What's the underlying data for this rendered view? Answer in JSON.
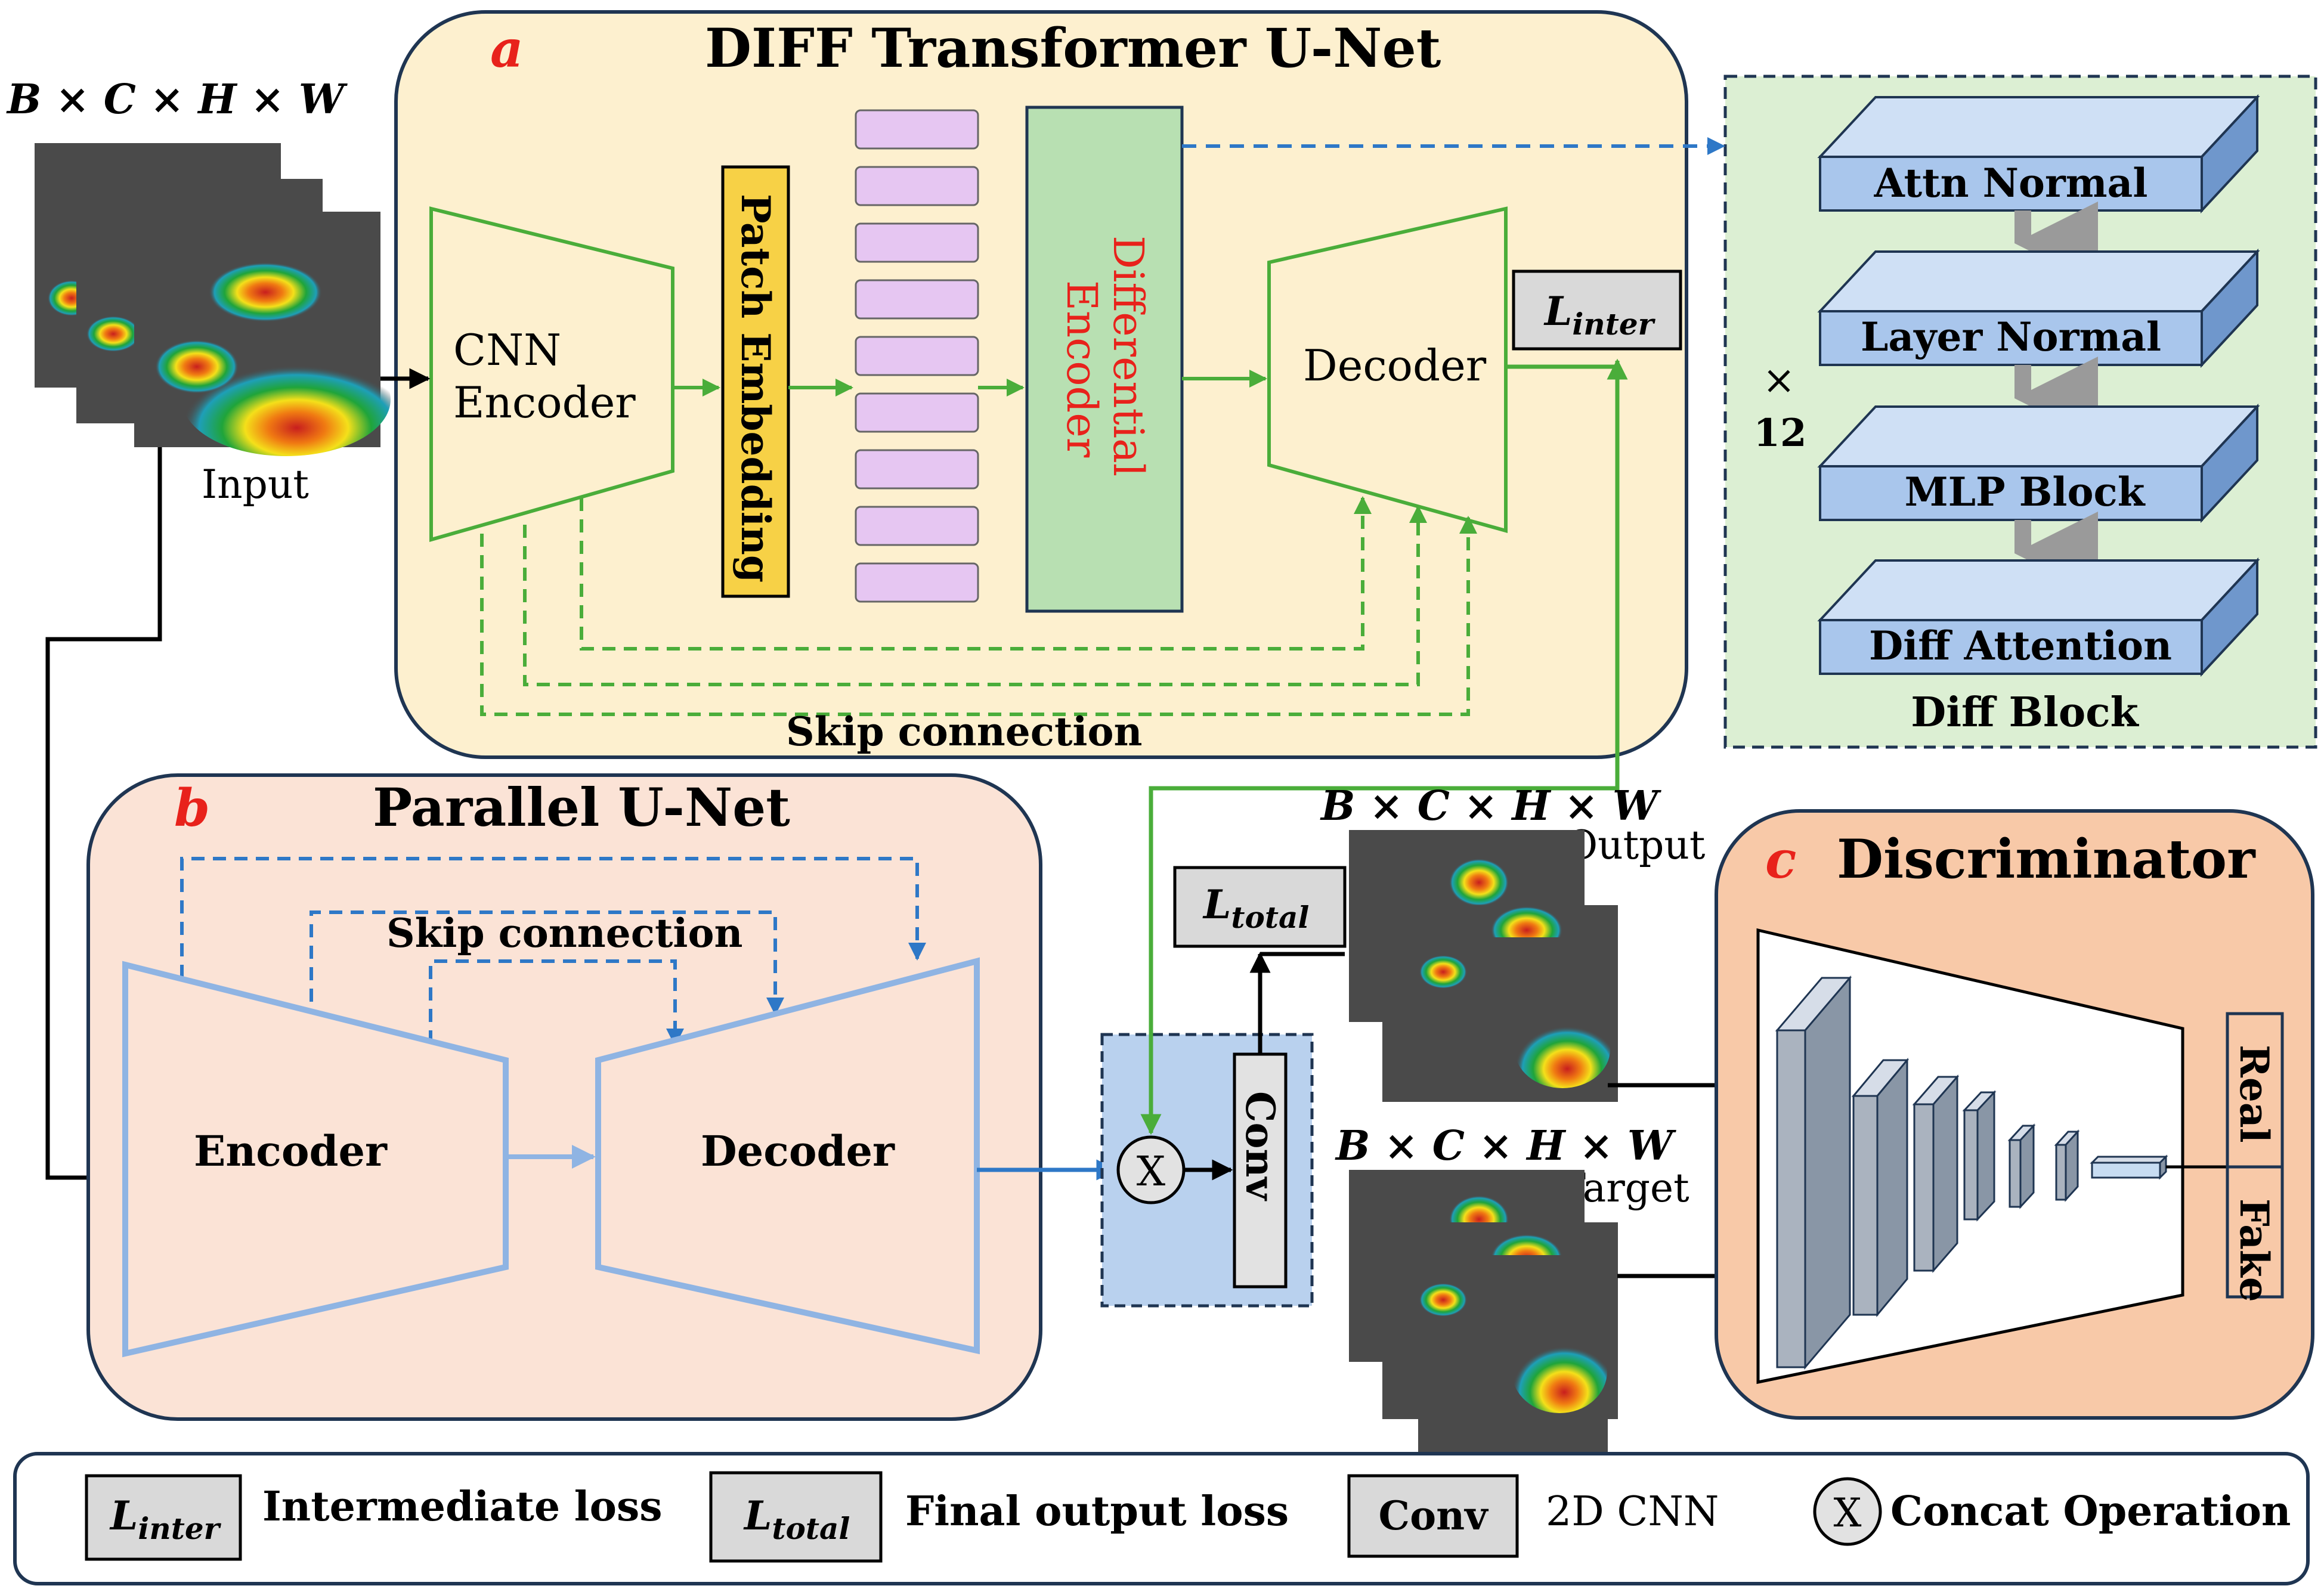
{
  "colors": {
    "panel_a_fill": "#fdf0cf",
    "panel_b_fill": "#fbe3d6",
    "panel_c_fill": "#f8c9a8",
    "diff_block_fill": "#dcefd3",
    "conv_box_fill": "#b9d1ee",
    "green_line": "#4aad3a",
    "blue_line": "#2e78c7",
    "unet_outline": "#8fb4e3",
    "patch_fill": "#f7d146",
    "token_fill": "#e6c6f2",
    "diff_encoder_fill": "#b8e0b2",
    "diff_block_layer_fill": "#a9c6ec",
    "red_letter": "#e8221b"
  },
  "panel_a": {
    "letter": "a",
    "title": "DIFF Transformer U-Net"
  },
  "panel_b": {
    "letter": "b",
    "title": "Parallel U-Net"
  },
  "panel_c": {
    "letter": "c",
    "title": "Discriminator"
  },
  "input": {
    "dims": "B × C × H × W",
    "label": "Input"
  },
  "cnn_encoder": {
    "line1": "CNN",
    "line2": "Encoder"
  },
  "patch_embedding": {
    "label": "Patch Embedding"
  },
  "differential_encoder": {
    "line1": "Differential",
    "line2": "Encoder"
  },
  "decoder_a": {
    "label": "Decoder"
  },
  "skip_a": {
    "label": "Skip connection"
  },
  "skip_b": {
    "label": "Skip connection"
  },
  "encoder_b": {
    "label": "Encoder"
  },
  "decoder_b": {
    "label": "Decoder"
  },
  "loss_inter": {
    "main": "L",
    "sub": "inter"
  },
  "loss_total": {
    "main": "L",
    "sub": "total"
  },
  "conv": {
    "label": "Conv"
  },
  "concat": {
    "symbol": "X"
  },
  "output": {
    "dims": "B × C × H × W",
    "label": "Output"
  },
  "target": {
    "dims": "B × C × H × W",
    "label": "Target"
  },
  "diff_block": {
    "layers": [
      "Attn Normal",
      "Layer Normal",
      "MLP Block",
      "Diff Attention"
    ],
    "repeat_symbol": "×",
    "repeat_count": "12",
    "caption": "Diff Block"
  },
  "discriminator": {
    "real": "Real",
    "fake": "Fake"
  },
  "legend": {
    "inter_desc": "Intermediate loss",
    "total_desc": "Final output loss",
    "conv_key": "Conv",
    "conv_desc": "2D CNN",
    "concat_key": "X",
    "concat_desc": "Concat Operation"
  }
}
